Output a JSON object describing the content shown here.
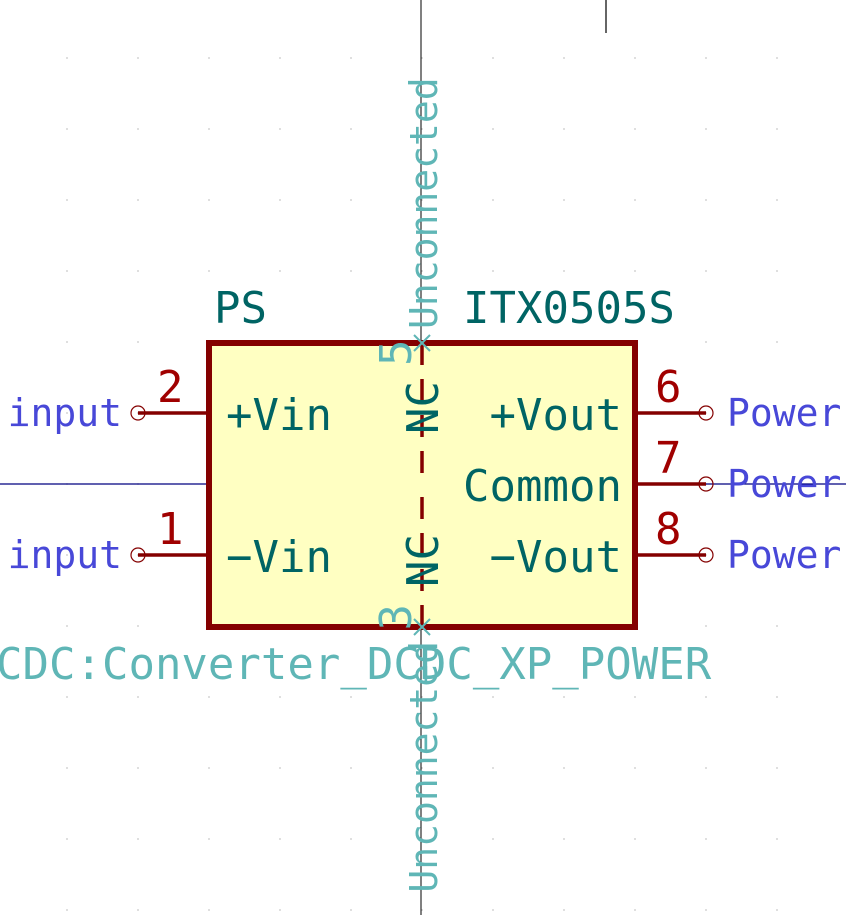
{
  "colors": {
    "background": "#ffffff",
    "grid_dot": "#c8c8c8",
    "body_fill": "#ffffc2",
    "body_outline": "#840000",
    "pin_line": "#840000",
    "pin_number": "#a00000",
    "pin_name": "#006464",
    "reference_text": "#006464",
    "field_text": "#5fb6b6",
    "unconnected_text": "#5fb6b6",
    "net_label": "#4848d8",
    "wire": "#000080",
    "no_connect": "#5fb6b6",
    "black_line": "#000000"
  },
  "symbol": {
    "reference": "PS",
    "value": "ITX0505S",
    "footprint": "CDC:Converter_DCDC_XP_POWER"
  },
  "pins": {
    "vin_pos": {
      "number": "2",
      "name": "+Vin"
    },
    "vin_neg": {
      "number": "1",
      "name": "−Vin"
    },
    "vout_pos": {
      "number": "6",
      "name": "+Vout"
    },
    "common": {
      "number": "7",
      "name": "Common"
    },
    "vout_neg": {
      "number": "8",
      "name": "−Vout"
    },
    "nc_top": {
      "number": "5",
      "name": "NC"
    },
    "nc_bottom": {
      "number": "3",
      "name": "NC"
    }
  },
  "net_labels": {
    "input_top": "input",
    "input_bottom": "input",
    "power_1": "Power",
    "power_2": "Power",
    "power_3": "Power"
  },
  "unconnected": {
    "top": "Unconnected",
    "bottom": "Unconnected"
  },
  "icons": {
    "pin_endpoint": "circle-icon",
    "no_connect": "x-mark-icon"
  }
}
